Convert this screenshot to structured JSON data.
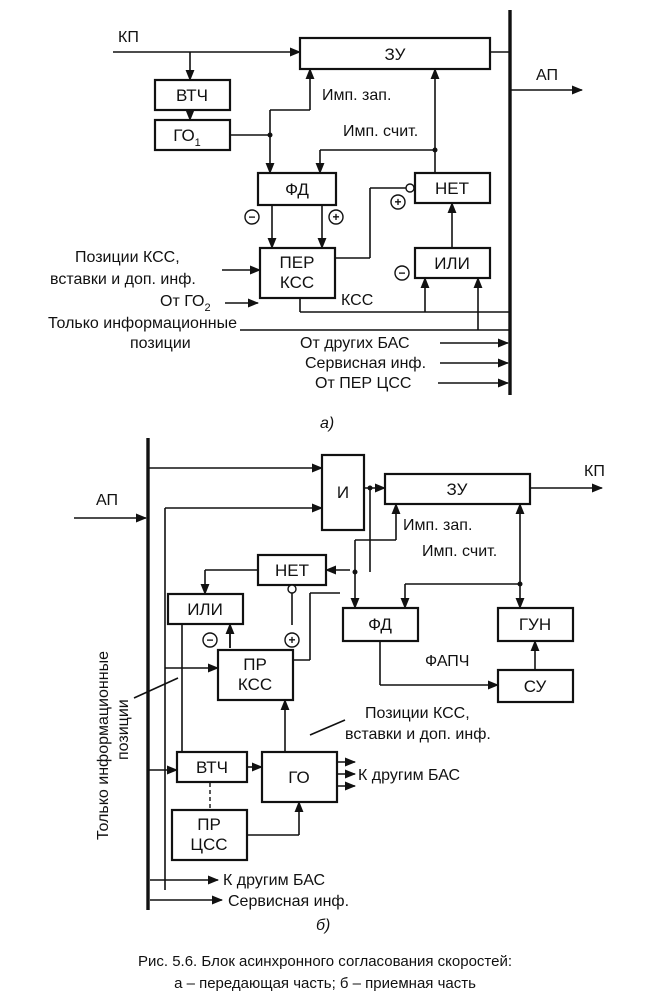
{
  "a": {
    "kp": "КП",
    "ap": "АП",
    "zu": "ЗУ",
    "vtch": "ВТЧ",
    "go1": "ГО",
    "go1_sub": "1",
    "fd": "ФД",
    "net": "НЕТ",
    "per_kss_1": "ПЕР",
    "per_kss_2": "КСС",
    "ili": "ИЛИ",
    "imp_zap": "Имп. зап.",
    "imp_schit": "Имп. счит.",
    "pos_kss_1": "Позиции КСС,",
    "pos_kss_2": "вставки и доп. инф.",
    "ot_go2": "От ГО",
    "ot_go2_sub": "2",
    "kss": "КСС",
    "only_info_1": "Только информационные",
    "only_info_2": "позиции",
    "ot_drugih": "От других БАС",
    "service": "Сервисная инф.",
    "ot_per_tss": "От ПЕР ЦСС",
    "label": "а)"
  },
  "b": {
    "ap": "АП",
    "kp": "КП",
    "i": "И",
    "zu": "ЗУ",
    "imp_zap": "Имп. зап.",
    "imp_schit": "Имп. счит.",
    "net": "НЕТ",
    "ili": "ИЛИ",
    "fd": "ФД",
    "gun": "ГУН",
    "fapch": "ФАПЧ",
    "su": "СУ",
    "pr_kss_1": "ПР",
    "pr_kss_2": "КСС",
    "pos_kss_1": "Позиции КСС,",
    "pos_kss_2": "вставки и доп. инф.",
    "vtch": "ВТЧ",
    "go": "ГО",
    "k_drugim_1": "К другим БАС",
    "pr_tss_1": "ПР",
    "pr_tss_2": "ЦСС",
    "k_drugim_2": "К другим БАС",
    "service": "Сервисная инф.",
    "only_info_1": "Только информационные",
    "only_info_2": "позиции",
    "label": "б)"
  },
  "caption": {
    "line1": "Рис. 5.6.  Блок асинхронного согласования скоростей:",
    "line2": "а – передающая часть; б – приемная часть"
  }
}
